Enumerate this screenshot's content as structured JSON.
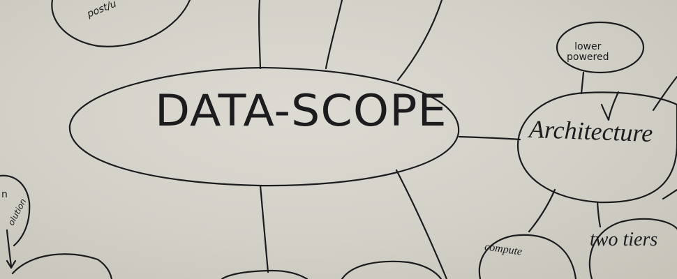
{
  "central_node": {
    "label": "DATA-SCOPE"
  },
  "architecture_node": {
    "label": "Architecture"
  },
  "lower_powered_node": {
    "label_line1": "lower",
    "label_line2": "powered"
  },
  "two_tiers_node": {
    "label": "two tiers"
  },
  "compute_node": {
    "label": "compute"
  },
  "partial_labels": {
    "top_left": "post/u",
    "left_edge_1": "n",
    "left_edge_2": "olution"
  },
  "colors": {
    "ink": "#1c1c1e",
    "whiteboard": "#d2d0c7"
  }
}
